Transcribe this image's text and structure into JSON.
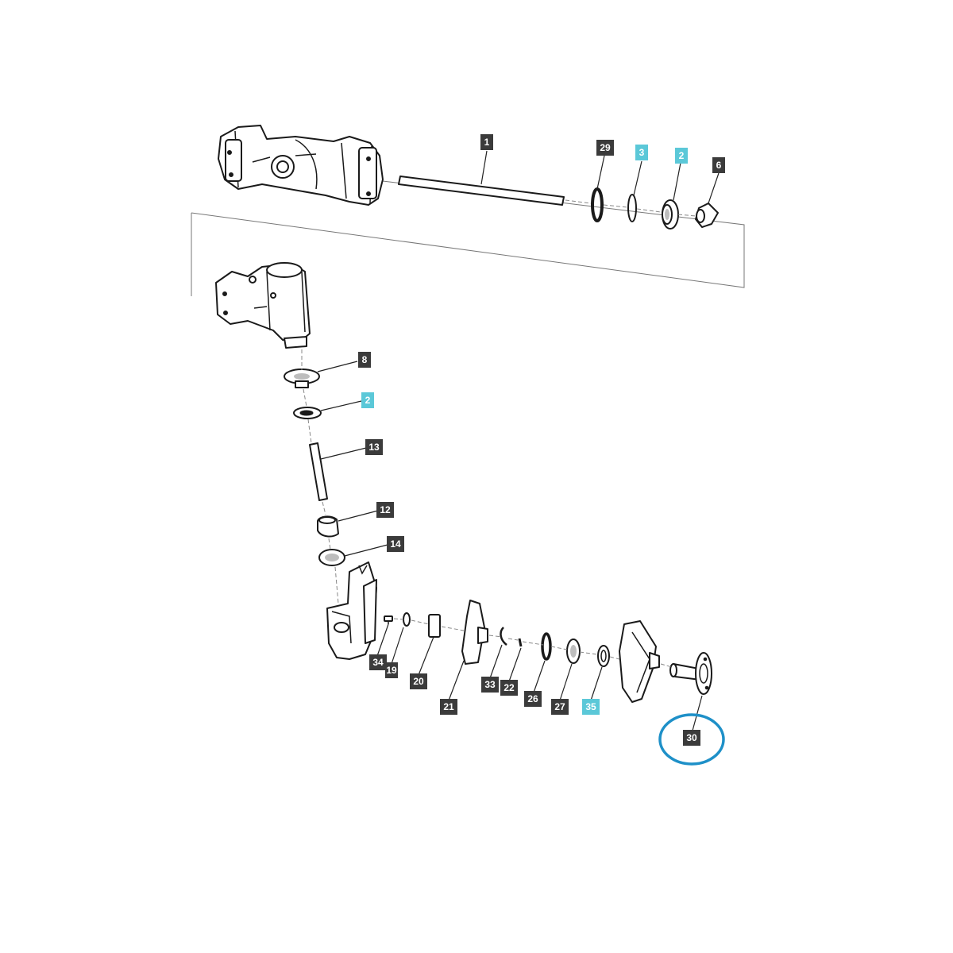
{
  "colors": {
    "label_dark": "#3b3b3b",
    "label_highlight": "#5bc8d8",
    "label_text_on_dark": "#ffffff",
    "label_text_on_highlight": "#ffffff",
    "circle_highlight": "#1e90c8"
  },
  "callouts": [
    {
      "id": "c1",
      "text": "1",
      "style": "dark"
    },
    {
      "id": "c29",
      "text": "29",
      "style": "dark"
    },
    {
      "id": "c3",
      "text": "3",
      "style": "highlight"
    },
    {
      "id": "c2a",
      "text": "2",
      "style": "highlight"
    },
    {
      "id": "c6",
      "text": "6",
      "style": "dark"
    },
    {
      "id": "c8",
      "text": "8",
      "style": "dark"
    },
    {
      "id": "c2b",
      "text": "2",
      "style": "highlight"
    },
    {
      "id": "c13",
      "text": "13",
      "style": "dark"
    },
    {
      "id": "c12",
      "text": "12",
      "style": "dark"
    },
    {
      "id": "c14",
      "text": "14",
      "style": "dark"
    },
    {
      "id": "c34",
      "text": "34",
      "style": "dark"
    },
    {
      "id": "c19",
      "text": "19",
      "style": "dark"
    },
    {
      "id": "c20",
      "text": "20",
      "style": "dark"
    },
    {
      "id": "c21",
      "text": "21",
      "style": "dark"
    },
    {
      "id": "c33",
      "text": "33",
      "style": "dark"
    },
    {
      "id": "c22",
      "text": "22",
      "style": "dark"
    },
    {
      "id": "c26",
      "text": "26",
      "style": "dark"
    },
    {
      "id": "c27",
      "text": "27",
      "style": "dark"
    },
    {
      "id": "c35",
      "text": "35",
      "style": "highlight"
    },
    {
      "id": "c30",
      "text": "30",
      "style": "dark"
    }
  ],
  "highlighted_part": "30"
}
